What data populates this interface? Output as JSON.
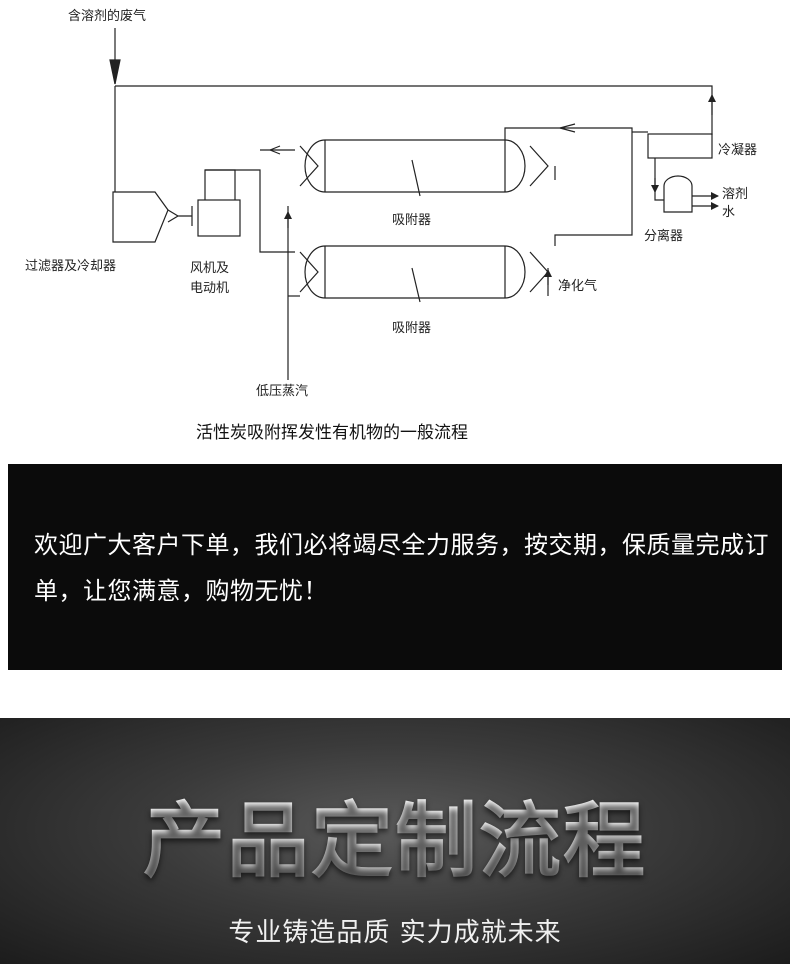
{
  "diagram": {
    "labels": {
      "inlet": "含溶剂的废气",
      "filter_cooler": "过滤器及冷却器",
      "fan_line1": "风机及",
      "fan_line2": "电动机",
      "adsorber_top": "吸附器",
      "adsorber_bottom": "吸附器",
      "steam": "低压蒸汽",
      "condenser": "冷凝器",
      "solvent": "溶剂",
      "water": "水",
      "separator": "分离器",
      "purified_gas": "净化气"
    },
    "caption": "活性炭吸附挥发性有机物的一般流程"
  },
  "notice": {
    "text": "欢迎广大客户下单，我们必将竭尽全力服务，按交期，保质量完成订单，让您满意，购物无忧！"
  },
  "banner": {
    "title": "产品定制流程",
    "subtitle": "专业铸造品质 实力成就未来"
  }
}
